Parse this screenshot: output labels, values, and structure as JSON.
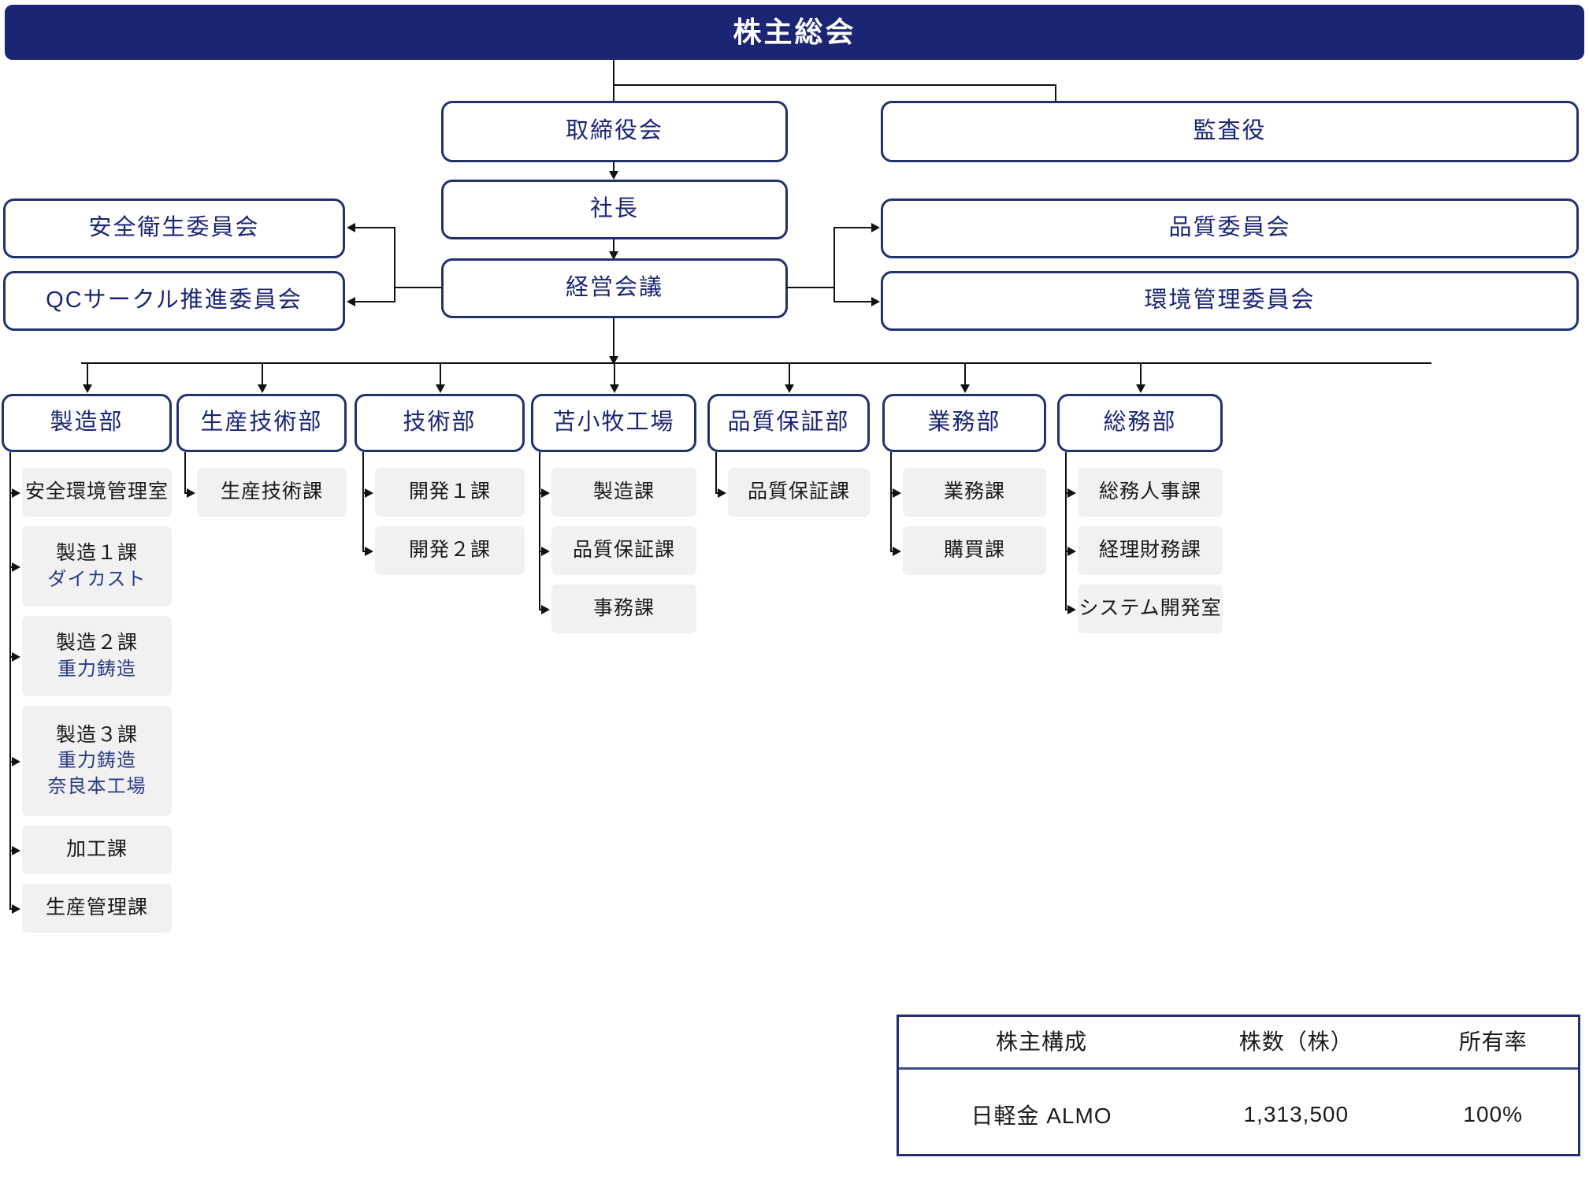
{
  "colors": {
    "navy_fill": "#1c2574",
    "box_border": "#22306e",
    "box_text": "#1c2574",
    "chip_bg": "#f1f1f1",
    "chip_text": "#1a1a1a",
    "chip_sub_text": "#2b3b86",
    "connector": "#111111"
  },
  "top": {
    "shareholders_meeting": "株主総会",
    "board_of_directors": "取締役会",
    "auditor": "監査役",
    "president": "社長",
    "management_meeting": "経営会議"
  },
  "committees_left": [
    {
      "label": "安全衛生委員会"
    },
    {
      "label": "QCサークル推進委員会"
    }
  ],
  "committees_right": [
    {
      "label": "品質委員会"
    },
    {
      "label": "環境管理委員会"
    }
  ],
  "departments": [
    {
      "name": "製造部",
      "children": [
        {
          "label": "安全環境管理室",
          "sub": []
        },
        {
          "label": "製造１課",
          "sub": [
            "ダイカスト"
          ]
        },
        {
          "label": "製造２課",
          "sub": [
            "重力鋳造"
          ]
        },
        {
          "label": "製造３課",
          "sub": [
            "重力鋳造",
            "奈良本工場"
          ]
        },
        {
          "label": "加工課",
          "sub": []
        },
        {
          "label": "生産管理課",
          "sub": []
        }
      ]
    },
    {
      "name": "生産技術部",
      "children": [
        {
          "label": "生産技術課",
          "sub": []
        }
      ]
    },
    {
      "name": "技術部",
      "children": [
        {
          "label": "開発１課",
          "sub": []
        },
        {
          "label": "開発２課",
          "sub": []
        }
      ]
    },
    {
      "name": "苫小牧工場",
      "children": [
        {
          "label": "製造課",
          "sub": []
        },
        {
          "label": "品質保証課",
          "sub": []
        },
        {
          "label": "事務課",
          "sub": []
        }
      ]
    },
    {
      "name": "品質保証部",
      "children": [
        {
          "label": "品質保証課",
          "sub": []
        }
      ]
    },
    {
      "name": "業務部",
      "children": [
        {
          "label": "業務課",
          "sub": []
        },
        {
          "label": "購買課",
          "sub": []
        }
      ]
    },
    {
      "name": "総務部",
      "children": [
        {
          "label": "総務人事課",
          "sub": []
        },
        {
          "label": "経理財務課",
          "sub": []
        },
        {
          "label": "システム開発室",
          "sub": []
        }
      ]
    }
  ],
  "shareholder_table": {
    "headers": [
      "株主構成",
      "株数（株）",
      "所有率"
    ],
    "rows": [
      [
        "日軽金 ALMO",
        "1,313,500",
        "100%"
      ]
    ]
  }
}
